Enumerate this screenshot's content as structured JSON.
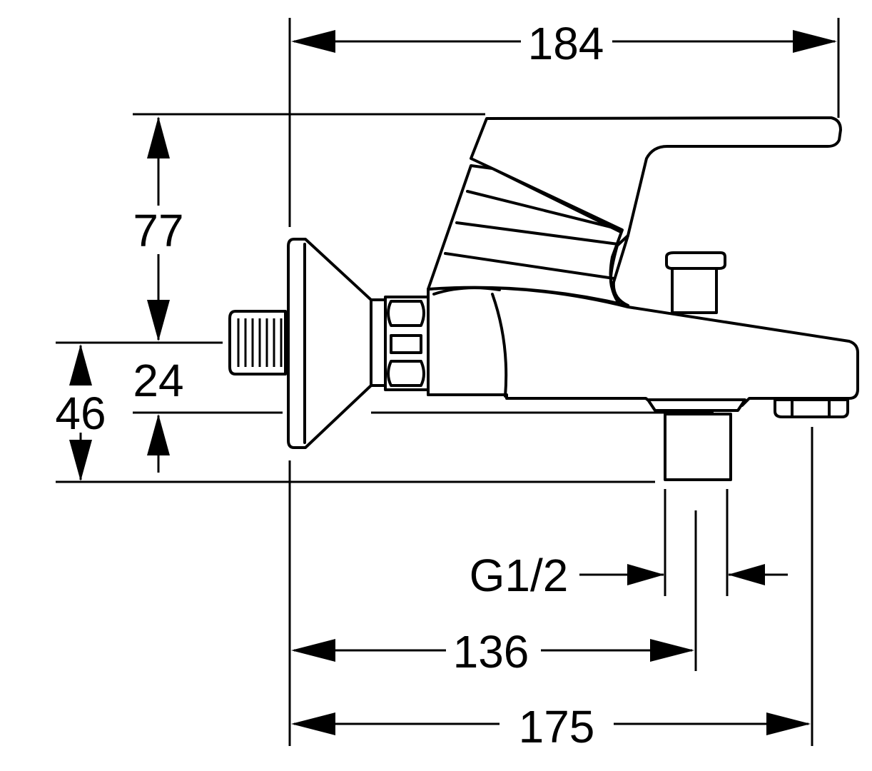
{
  "dimensions": {
    "top_width": "184",
    "height_upper": "77",
    "height_middle": "24",
    "height_total": "46",
    "thread": "G1/2",
    "outlet_distance": "136",
    "spout_distance": "175"
  },
  "colors": {
    "line": "#000000",
    "background": "#ffffff"
  }
}
